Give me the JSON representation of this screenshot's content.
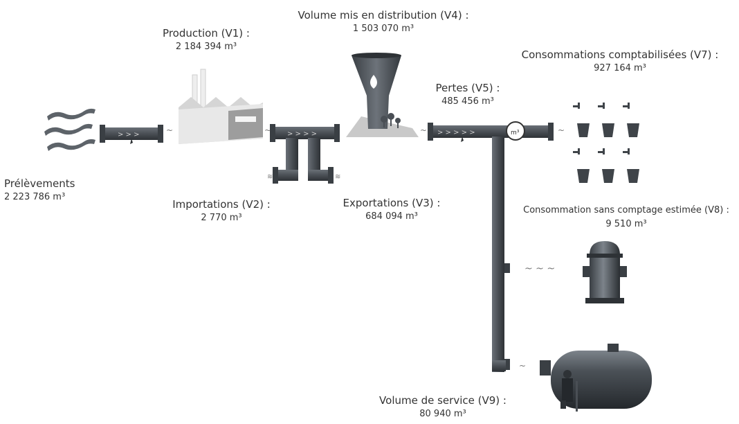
{
  "labels": {
    "prelevements": {
      "title": "Prélèvements",
      "value": "2 223 786 m³"
    },
    "production": {
      "title": "Production (V1) :",
      "value": "2 184 394 m³"
    },
    "importations": {
      "title": "Importations (V2) :",
      "value": "2 770 m³"
    },
    "exportations": {
      "title": "Exportations (V3) :",
      "value": "684 094 m³"
    },
    "distribution": {
      "title": "Volume mis en distribution (V4) :",
      "value": "1 503 070 m³"
    },
    "pertes": {
      "title": "Pertes (V5) :",
      "value": "485 456 m³"
    },
    "comptabilisees": {
      "title": "Consommations comptabilisées (V7) :",
      "value": "927 164 m³"
    },
    "sans_comptage": {
      "title": "Consommation sans comptage estimée (V8) :",
      "value": "9 510 m³"
    },
    "service": {
      "title": "Volume de service (V9) :",
      "value": "80 940 m³"
    }
  },
  "colors": {
    "pipe": "#4a4f55",
    "pipe_dark": "#2e3236",
    "factory_light": "#e6e6e6",
    "factory_dark": "#9b9b9b",
    "ground": "#c8c8c8",
    "tank": "#3c4248"
  }
}
